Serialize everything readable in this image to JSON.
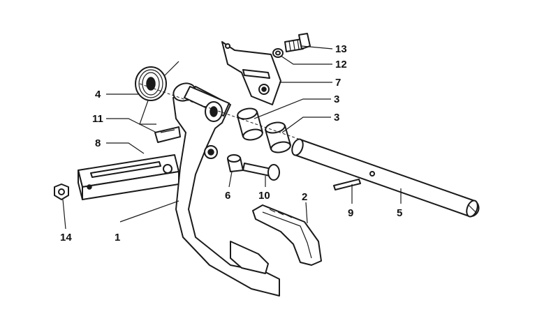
{
  "callouts": [
    {
      "id": "c1",
      "text": "1"
    },
    {
      "id": "c2",
      "text": "2"
    },
    {
      "id": "c3a",
      "text": "3"
    },
    {
      "id": "c3b",
      "text": "3"
    },
    {
      "id": "c4",
      "text": "4"
    },
    {
      "id": "c5",
      "text": "5"
    },
    {
      "id": "c6",
      "text": "6"
    },
    {
      "id": "c7",
      "text": "7"
    },
    {
      "id": "c8",
      "text": "8"
    },
    {
      "id": "c9",
      "text": "9"
    },
    {
      "id": "c10",
      "text": "10"
    },
    {
      "id": "c11",
      "text": "11"
    },
    {
      "id": "c12",
      "text": "12"
    },
    {
      "id": "c13",
      "text": "13"
    },
    {
      "id": "c14",
      "text": "14"
    }
  ],
  "colors": {
    "ink": "#1a1a1a",
    "paper": "#ffffff"
  }
}
